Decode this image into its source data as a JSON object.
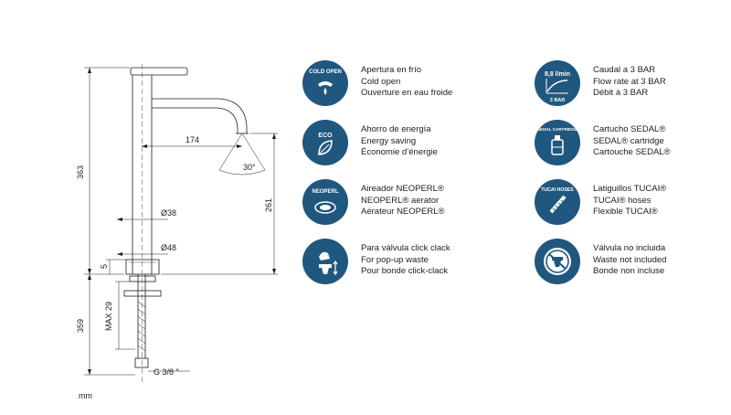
{
  "drawing": {
    "dim_height_total": "363",
    "dim_spout_reach": "174",
    "dim_spout_angle": "30°",
    "dim_spout_height": "261",
    "dim_body_diameter": "Ø38",
    "dim_base_diameter": "Ø48",
    "dim_base_gap": "5",
    "dim_max_thickness": "MAX 29",
    "dim_hose_length": "359",
    "dim_thread": "G 3/8 \"",
    "unit": "mm"
  },
  "features": [
    {
      "icon": "cold-open-icon",
      "badge_text": "COLD OPEN",
      "lines": [
        "Apertura en frío",
        "Cold open",
        "Ouverture en eau froide"
      ]
    },
    {
      "icon": "eco-icon",
      "badge_text": "ECO",
      "lines": [
        "Ahorro de energía",
        "Energy saving",
        "Économie d’énergie"
      ]
    },
    {
      "icon": "neoperl-icon",
      "badge_text": "NEOPERL",
      "lines": [
        "Aireador NEOPERL®",
        "NEOPERL® aerator",
        "Aérateur NEOPERL®"
      ]
    },
    {
      "icon": "popup-waste-icon",
      "badge_text": "",
      "lines": [
        "Para válvula click clack",
        "For pop-up waste",
        "Pour bonde click-clack"
      ]
    },
    {
      "icon": "flow-rate-icon",
      "badge_text": "8,8 l/min",
      "badge_sub": "3 BAR",
      "lines": [
        "Caudal a 3 BAR",
        "Flow rate at 3 BAR",
        "Débit à 3 BAR"
      ]
    },
    {
      "icon": "sedal-cartridge-icon",
      "badge_text": "SEDAL CARTRIDGE",
      "lines": [
        "Cartucho SEDAL®",
        "SEDAL® cartridge",
        "Cartouche SEDAL®"
      ]
    },
    {
      "icon": "tucai-hoses-icon",
      "badge_text": "TUCAI HOSES",
      "lines": [
        "Latiguillos TUCAI®",
        "TUCAI® hoses",
        "Flexible TUCAI®"
      ]
    },
    {
      "icon": "no-waste-icon",
      "badge_text": "",
      "lines": [
        "Válvula no incluida",
        "Waste not included",
        "Bonde non incluse"
      ]
    }
  ],
  "colors": {
    "badge": "#20577e",
    "line": "#1d1d1b"
  }
}
